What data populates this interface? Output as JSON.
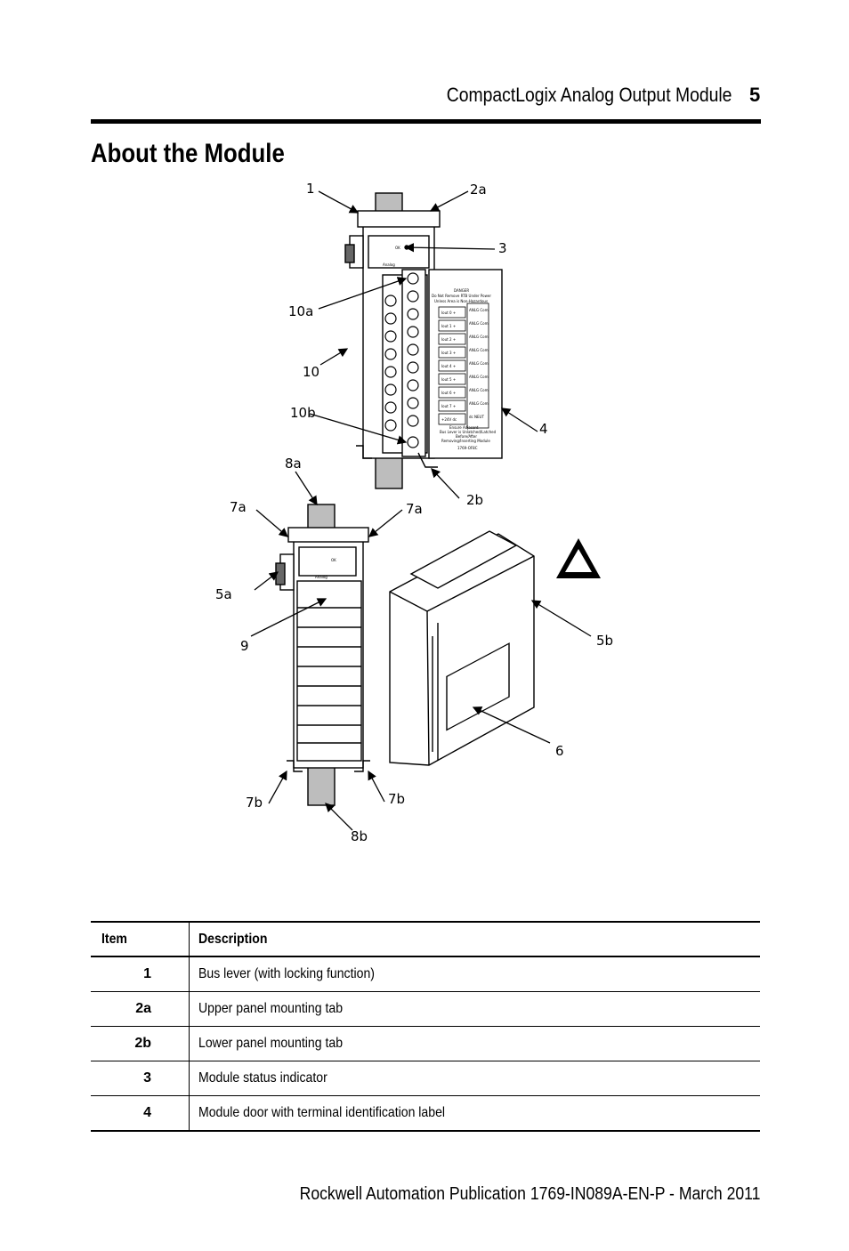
{
  "header": {
    "running_title": "CompactLogix Analog Output Module",
    "page_number": "5"
  },
  "section": {
    "title": "About the Module"
  },
  "figure": {
    "callouts": [
      "1",
      "2a",
      "3",
      "10a",
      "10",
      "10b",
      "4",
      "8a",
      "2b",
      "7a",
      "7a",
      "5a",
      "9",
      "5b",
      "6",
      "7b",
      "7b",
      "8b"
    ],
    "module_labels": {
      "ok": "OK",
      "analog": "Analog",
      "danger_title": "DANGER",
      "danger_lines": [
        "Do Not Remove RTB Under Power",
        "Unless Area is Non-Hazardous"
      ],
      "channels": [
        "Iout 0 +",
        "Iout 1 +",
        "Iout 2 +",
        "Iout 3 +",
        "Iout 4 +",
        "Iout 5 +",
        "Iout 6 +",
        "Iout 7 +",
        "+24V dc"
      ],
      "commons": [
        "ANLG Com",
        "ANLG Com",
        "ANLG Com",
        "ANLG Com",
        "ANLG Com",
        "ANLG Com",
        "ANLG Com",
        "ANLG Com",
        "dc NEUT"
      ],
      "bottom_lines": [
        "Ensure Adjacent",
        "Bus Lever is Unlatched/Latched",
        "Before/After",
        "Removing/Inserting Module"
      ],
      "catalog": "1769-OF8C"
    }
  },
  "table": {
    "headers": [
      "Item",
      "Description"
    ],
    "rows": [
      {
        "item": "1",
        "description": "Bus lever (with locking function)"
      },
      {
        "item": "2a",
        "description": "Upper panel mounting tab"
      },
      {
        "item": "2b",
        "description": "Lower panel mounting tab"
      },
      {
        "item": "3",
        "description": "Module status indicator"
      },
      {
        "item": "4",
        "description": "Module door with terminal identification label"
      }
    ]
  },
  "footer": {
    "publication": "Rockwell Automation Publication  1769-IN089A-EN-P - March 2011"
  }
}
